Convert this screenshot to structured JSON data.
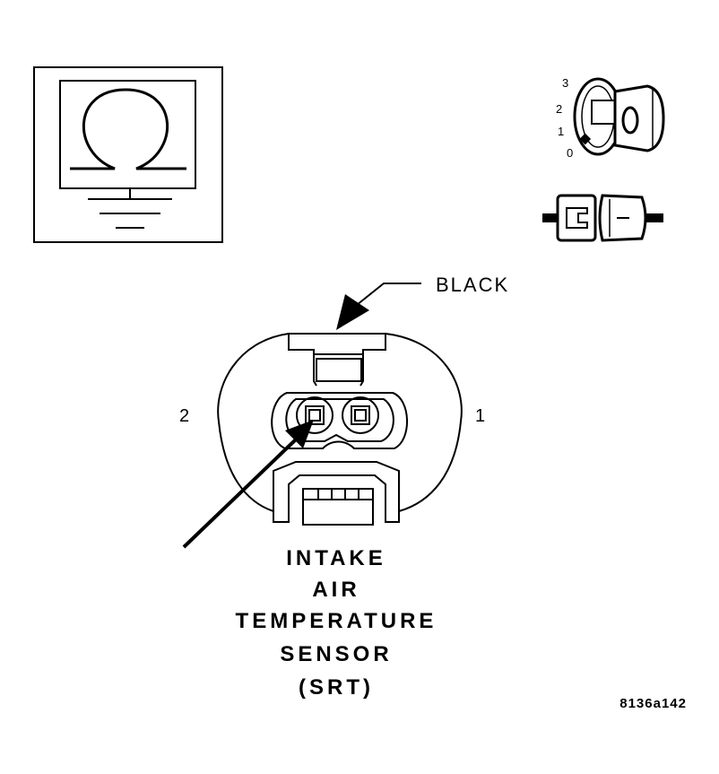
{
  "ignition": {
    "positions": [
      "3",
      "2",
      "1",
      "0"
    ]
  },
  "connector": {
    "color_label": "BLACK",
    "pin_left": "2",
    "pin_right": "1"
  },
  "component": {
    "title_lines": [
      "INTAKE",
      "AIR",
      "TEMPERATURE",
      "SENSOR",
      "(SRT)"
    ]
  },
  "reference_code": "8136a142",
  "icons": {
    "ohmmeter": "ohmmeter-icon",
    "ignition_key": "ignition-key-icon",
    "connector": "disconnected-connector-icon"
  },
  "colors": {
    "ink": "#000000",
    "paper": "#ffffff"
  }
}
